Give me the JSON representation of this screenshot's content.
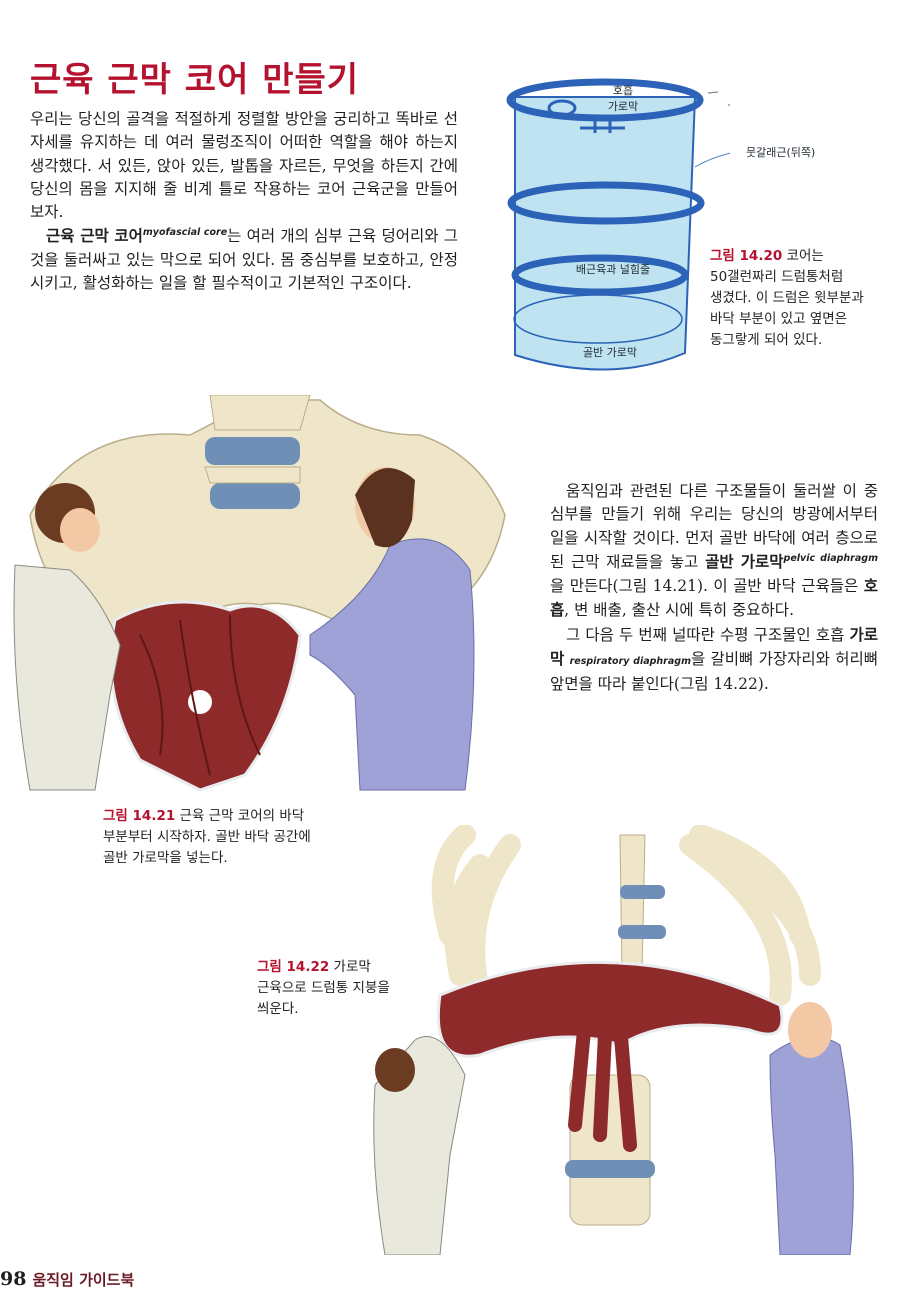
{
  "title": "근육 근막 코어 만들기",
  "intro": {
    "p1": "우리는 당신의 골격을 적절하게 정렬할 방안을 궁리하고 똑바로 선 자세를 유지하는 데 여러 물렁조직이 어떠한 역할을 해야 하는지 생각했다. 서 있든, 앉아 있든, 발톱을 자르든, 무엇을 하든지 간에 당신의 몸을 지지해 줄 비계 틀로 작용하는 코어 근육군을 만들어 보자.",
    "p2_kw": "근육 근막 코어",
    "p2_en": "myofascial core",
    "p2_rest": "는 여러 개의 심부 근육 덩어리와 그것을 둘러싸고 있는 막으로 되어 있다. 몸 중심부를 보호하고, 안정시키고, 활성화하는 일을 할 필수적이고 기본적인 구조이다."
  },
  "drum": {
    "label_top": "호흡 가로막",
    "label_top_line1": "호흡",
    "label_top_line2": "가로막",
    "label_back": "뭇갈래근(뒤쪽)",
    "label_mid": "배근육과 널힘줄",
    "label_bottom": "골반 가로막",
    "drum_color": "#bfe3f0",
    "ring_color": "#2c63b8"
  },
  "fig_14_20": {
    "num": "그림 14.20",
    "text1": " 코어는",
    "text2": "50갤런짜리 드럼통처럼",
    "text3": "생겼다. 이 드럼은 윗부분과",
    "text4": "바닥 부분이 있고 옆면은",
    "text5": "동그랗게 되어 있다."
  },
  "right_text": {
    "p1_a": "움직임과 관련된 다른 구조물들이 둘러쌀 이 중심부를 만들기 위해 우리는 당신의 방광에서부터 일을 시작할 것이다. 먼저 골반 바닥에 여러 층으로 된 근막 재료들을 놓고 ",
    "p1_kw": "골반 가로막",
    "p1_en": "pelvic diaphragm",
    "p1_b": "을 만든다(그림 14.21). 이 골반 바닥 근육들은 ",
    "p1_kw2": "호흡",
    "p1_c": ", 변 배출, 출산 시에 특히 중요하다.",
    "p2_a": "그 다음 두 번째 널따란 수평 구조물인 호흡 ",
    "p2_kw": "가로막",
    "p2_en": "respiratory diaphragm",
    "p2_b": "을 갈비뼈 가장자리와 허리뼈 앞면을 따라 붙인다(그림 14.22)."
  },
  "fig_14_21": {
    "num": "그림 14.21",
    "line1": " 근육 근막 코어의 바닥",
    "line2": "부분부터 시작하자. 골반 바닥 공간에",
    "line3": "골반 가로막을 넣는다."
  },
  "fig_14_22": {
    "num": "그림 14.22",
    "line1": " 가로막",
    "line2": "근육으로 드럼통 지붕을",
    "line3": "씌운다."
  },
  "footer": {
    "page": "98",
    "section": "움직임 가이드북"
  },
  "colors": {
    "accent": "#b5122f",
    "bone": "#efe6c9",
    "disc": "#6f8fb6",
    "muscle": "#8f2a2a",
    "coat": "#e8e8dc",
    "shirt": "#9ea2d6"
  }
}
